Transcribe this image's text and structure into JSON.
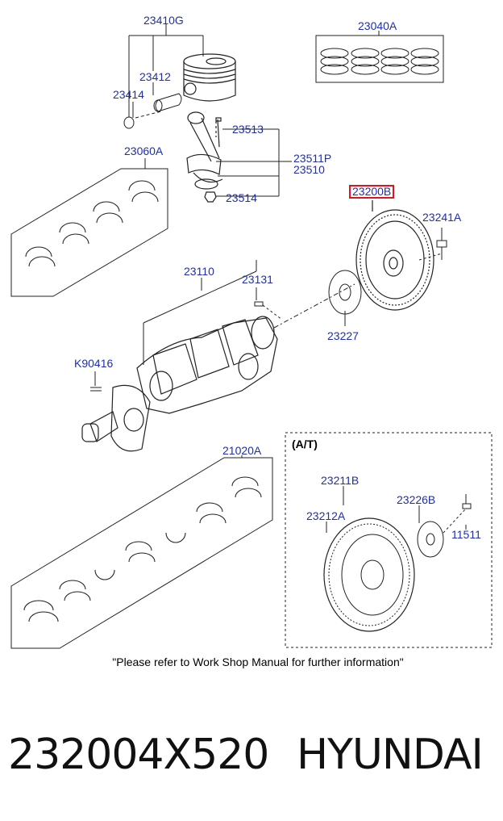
{
  "diagram": {
    "callouts": [
      {
        "id": "23410G",
        "label": "23410G"
      },
      {
        "id": "23040A",
        "label": "23040A"
      },
      {
        "id": "23412",
        "label": "23412"
      },
      {
        "id": "23414",
        "label": "23414"
      },
      {
        "id": "23513",
        "label": "23513"
      },
      {
        "id": "23060A",
        "label": "23060A"
      },
      {
        "id": "23511P",
        "label": "23511P"
      },
      {
        "id": "23510",
        "label": "23510"
      },
      {
        "id": "23514",
        "label": "23514"
      },
      {
        "id": "23200B",
        "label": "23200B",
        "highlighted": true
      },
      {
        "id": "23241A",
        "label": "23241A"
      },
      {
        "id": "23110",
        "label": "23110"
      },
      {
        "id": "23131",
        "label": "23131"
      },
      {
        "id": "23227",
        "label": "23227"
      },
      {
        "id": "K90416",
        "label": "K90416"
      },
      {
        "id": "21020A",
        "label": "21020A"
      },
      {
        "id": "23211B",
        "label": "23211B"
      },
      {
        "id": "23226B",
        "label": "23226B"
      },
      {
        "id": "23212A",
        "label": "23212A"
      },
      {
        "id": "11511",
        "label": "11511"
      }
    ],
    "at_box_label": "(A/T)",
    "note": "\"Please refer to Work Shop Manual for further information\"",
    "colors": {
      "callout": "#1f2fb0",
      "highlight": "#e0141e",
      "line": "#222222"
    }
  },
  "footer": {
    "part_number": "232004X520",
    "brand": "HYUNDAI"
  }
}
